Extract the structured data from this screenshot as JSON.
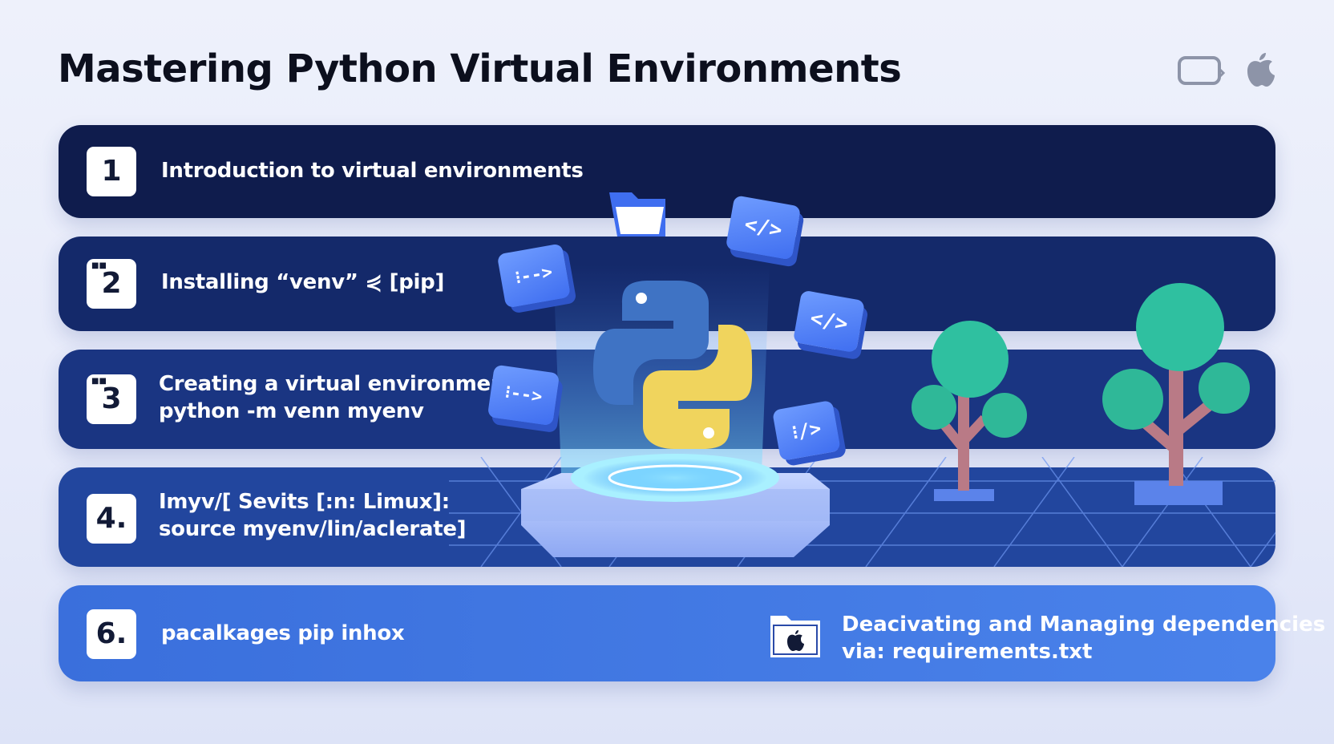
{
  "title": "Mastering Python Virtual Environments",
  "header_icons": [
    "laptop-icon",
    "apple-icon"
  ],
  "steps": [
    {
      "number": "1",
      "line1": "Introduction to virtual environments",
      "line2": ""
    },
    {
      "number": "2",
      "line1": "Installing “venv” ⋞ [pip]",
      "line2": ""
    },
    {
      "number": "3",
      "line1": "Creating a virtual environment:",
      "line2": "python -m venn myenv"
    },
    {
      "number": "4.",
      "line1": "Imyv/[ Sevits [:n: Limux]:",
      "line2": "source myenv/lin/aclerate]"
    },
    {
      "number": "6.",
      "line1": "pacalkages   pip inhox",
      "line2": ""
    }
  ],
  "extra": {
    "line1": "Deacivating and Managing",
    "line2": "dependencies via: requirements.txt"
  },
  "code_cards": [
    "⁝-->",
    "</>",
    "</>",
    "⁝-->",
    "⁝/>"
  ],
  "colors": {
    "band1": "#0f1c4d",
    "band2": "#14296a",
    "band3": "#1a3582",
    "band4": "#22469e",
    "band5": "#3f76e0",
    "python_blue": "#3d74c8",
    "python_yellow": "#f1d65a",
    "tree_green": "#2fc0a0",
    "trunk": "#b97a86"
  }
}
